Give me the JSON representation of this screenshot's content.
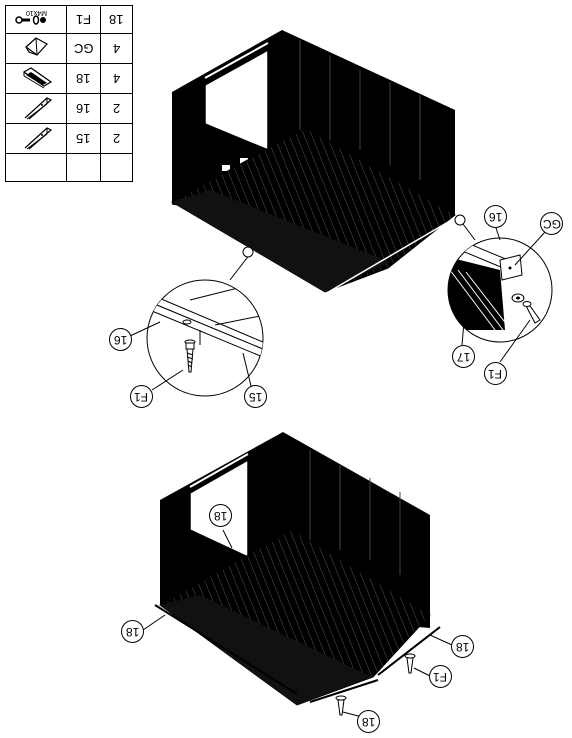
{
  "parts_table": {
    "rows": [
      {
        "icon": "screw-washer-nut-icon",
        "code": "F1",
        "qty": "18",
        "icon_text": "M4x10"
      },
      {
        "icon": "corner-bracket-icon",
        "code": "GC",
        "qty": "4"
      },
      {
        "icon": "floor-channel-icon",
        "code": "18",
        "qty": "4"
      },
      {
        "icon": "angle-rail-icon",
        "code": "16",
        "qty": "2"
      },
      {
        "icon": "angle-rail-icon",
        "code": "15",
        "qty": "2"
      },
      {
        "icon": "",
        "code": "",
        "qty": ""
      }
    ]
  },
  "callouts": {
    "top_detail_left_16": "16",
    "top_detail_left_15": "15",
    "top_detail_left_f1": "F1",
    "top_detail_right_16": "16",
    "top_detail_right_gc": "GC",
    "top_detail_right_17": "17",
    "top_detail_right_f1": "F1",
    "bottom_18_window": "18",
    "bottom_18_left": "18",
    "bottom_18_right": "18",
    "bottom_f1": "F1",
    "bottom_18_front": "18"
  },
  "colors": {
    "ink": "#000000",
    "paper": "#ffffff"
  }
}
